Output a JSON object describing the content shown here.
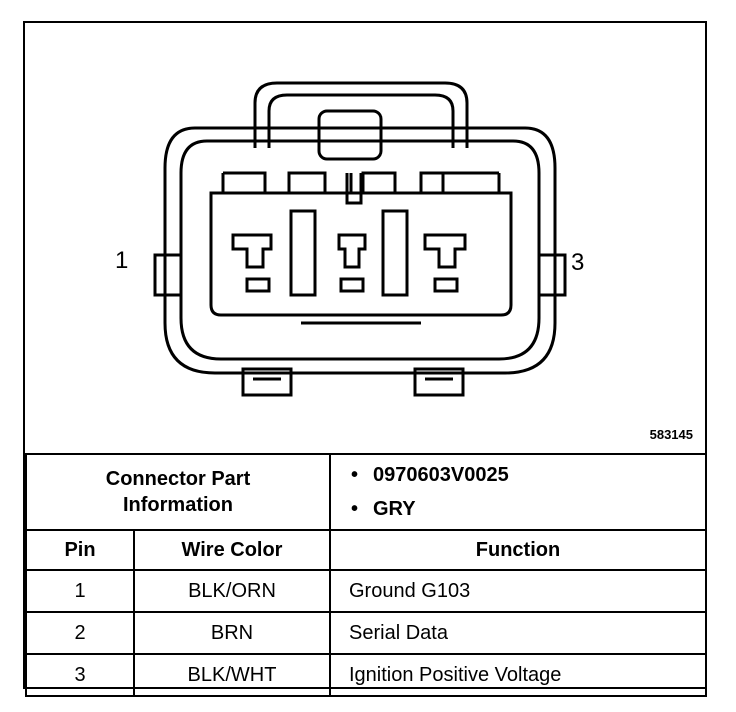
{
  "diagram": {
    "pin_left": "1",
    "pin_right": "3",
    "figure_id": "583145"
  },
  "table": {
    "info_label_line1": "Connector Part",
    "info_label_line2": "Information",
    "info_values": [
      "0970603V0025",
      "GRY"
    ],
    "headers": [
      "Pin",
      "Wire Color",
      "Function"
    ],
    "rows": [
      {
        "pin": "1",
        "wire": "BLK/ORN",
        "function": "Ground G103"
      },
      {
        "pin": "2",
        "wire": "BRN",
        "function": "Serial Data"
      },
      {
        "pin": "3",
        "wire": "BLK/WHT",
        "function": "Ignition Positive Voltage"
      }
    ]
  }
}
